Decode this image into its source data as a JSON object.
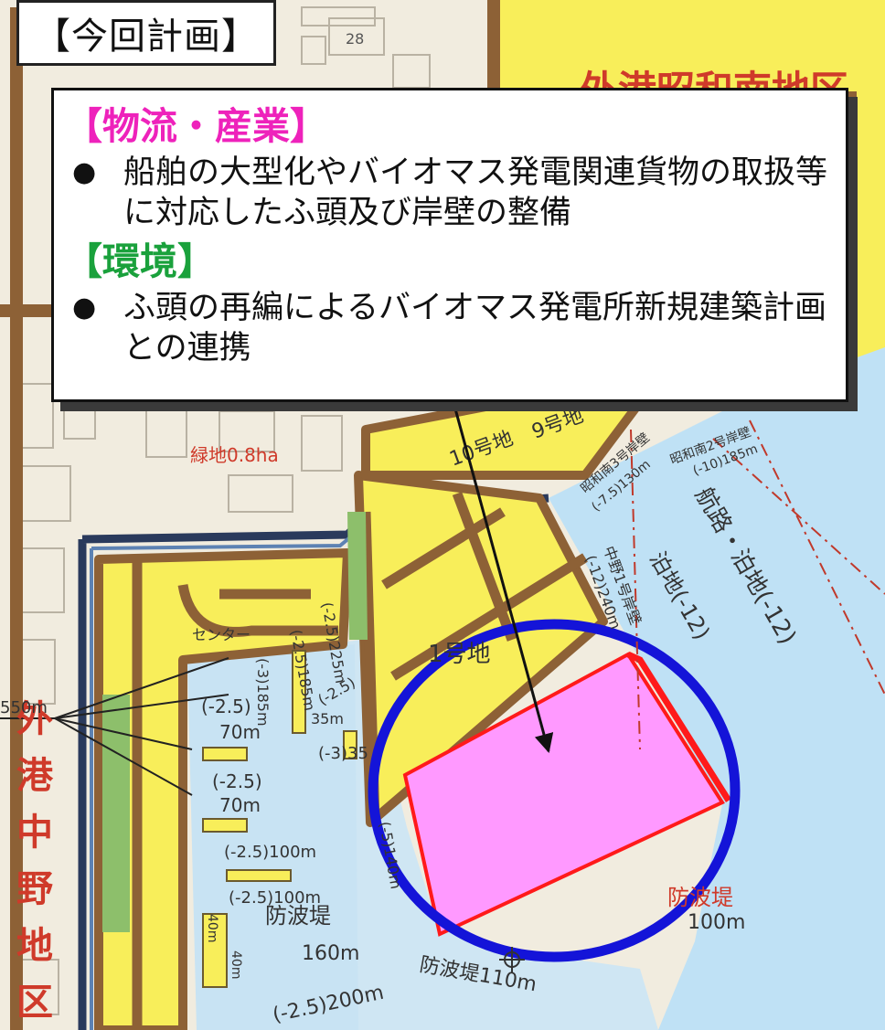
{
  "title": "【今回計画】",
  "callout": {
    "sections": [
      {
        "heading": "【物流・産業】",
        "heading_color": "#ee22bb",
        "bullet": "船舶の大型化やバイオマス発電関連貨物の取扱等に対応したふ頭及び岸壁の整備"
      },
      {
        "heading": "【環境】",
        "heading_color": "#1aa13c",
        "bullet": "ふ頭の再編によるバイオマス発電所新規建築計画との連携"
      }
    ],
    "bullet_symbol": "●"
  },
  "map": {
    "colors": {
      "land": "#f1ecdf",
      "port_zone": "#f8ee5a",
      "water": "#bfe1f5",
      "road": "#8d6136",
      "boundary": "#2a3a5c",
      "green": "#8dbf6b",
      "plan_area": "#ff99ff",
      "plan_outline": "#ff1a1a",
      "highlight_circle": "#1414d8",
      "label_red": "#cf3a2a"
    },
    "labels": {
      "district_north": "外港昭和南地区",
      "district_west": "外港中野地区",
      "green_area": "緑地0.8ha",
      "lot_10": "10号地",
      "lot_9": "9号地",
      "lot_1": "1号地",
      "berth_showa_3": "昭和南3号岸壁",
      "berth_showa_3_spec": "(-7.5)130m",
      "berth_showa_2": "昭和南2号岸壁",
      "berth_showa_2_spec": "(-10)185m",
      "berth_nakano_1": "中野1号岸壁",
      "berth_nakano_1_spec": "(-12)240m",
      "anchorage_1": "泊地(-12)",
      "channel": "航路・泊地(-12)",
      "breakwater_160": "防波堤",
      "breakwater_160_len": "160m",
      "breakwater_110": "防波堤110m",
      "breakwater_100": "防波堤",
      "breakwater_100_len": "100m",
      "depth_25_70_a": "(-2.5)",
      "len_70_a": "70m",
      "depth_25_70_b": "(-2.5)",
      "len_70_b": "70m",
      "depth_25_100_a": "(-2.5)100m",
      "depth_25_100_b": "(-2.5)100m",
      "depth_3_185": "(-3)185m",
      "depth_25_185": "(-2.5)185m",
      "depth_25_225": "(-2.5)225m",
      "depth_25_35": "(-2.5)",
      "len_35": "35m",
      "depth_3_35": "(-3)35",
      "depth_5_140": "(-5)140m",
      "depth_25_200": "(-2.5)200m",
      "len_40_a": "40m",
      "len_40_b": "40m",
      "len_550": "550m",
      "center": "センター",
      "number_28": "28"
    }
  }
}
